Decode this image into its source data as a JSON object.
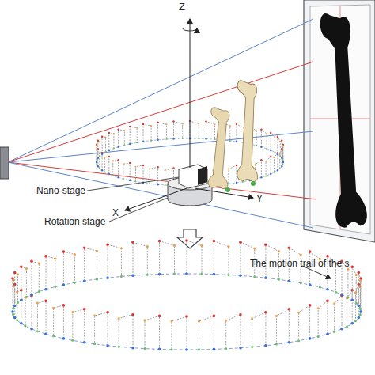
{
  "diagram": {
    "labels": [
      "Z",
      "X",
      "Y",
      "Nano-stage",
      "Rotation stage",
      "The motion trail of the s"
    ]
  }
}
